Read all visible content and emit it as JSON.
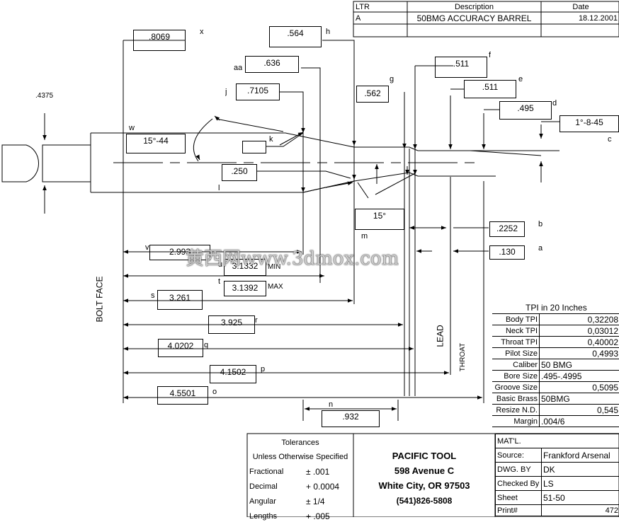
{
  "revision": {
    "headers": {
      "ltr": "LTR",
      "description": "Description",
      "date": "Date"
    },
    "row": {
      "ltr": "A",
      "description": "50BMG ACCURACY BARREL",
      "date": "18.12.2001"
    }
  },
  "dims": {
    "x": {
      "letter": "x",
      "value": ".8069"
    },
    "h": {
      "letter": "h",
      "value": ".564"
    },
    "aa": {
      "letter": "aa",
      "value": ".636"
    },
    "f": {
      "letter": "f",
      "value": ".511"
    },
    "g": {
      "letter": "g",
      "value": ".562"
    },
    "e": {
      "letter": "e",
      "value": ".511"
    },
    "j": {
      "letter": "j",
      "value": ".7105"
    },
    "d": {
      "letter": "d",
      "value": ".495"
    },
    "c": {
      "letter": "c",
      "value": "1°-8-45"
    },
    "w_angle": {
      "letter": "w",
      "value": "15°-44"
    },
    "k": {
      "letter": "k",
      "value": ""
    },
    "l": {
      "letter": "l",
      "value": ".250"
    },
    "m": {
      "letter": "m",
      "value": "15°"
    },
    "b": {
      "letter": "b",
      "value": ".2252"
    },
    "a": {
      "letter": "a",
      "value": ".130"
    },
    "v": {
      "letter": "v",
      "value": "2.993"
    },
    "u": {
      "letter": "u",
      "value": "3.1332",
      "note": "MIN"
    },
    "t": {
      "letter": "t",
      "value": "3.1392",
      "note": "MAX"
    },
    "s": {
      "letter": "s",
      "value": "3.261"
    },
    "r": {
      "letter": "r",
      "value": "3.925"
    },
    "q": {
      "letter": "q",
      "value": "4.0202"
    },
    "p": {
      "letter": "p",
      "value": "4.1502"
    },
    "o": {
      "letter": "o",
      "value": "4.5501"
    },
    "n": {
      "letter": "n",
      "value": ".932"
    },
    "bullet": {
      "value": ".4375"
    }
  },
  "labels": {
    "bolt_face": "BOLT FACE",
    "lead": "LEAD",
    "throat": "THROAT",
    "watermark": "黄西网www.3dmox.com"
  },
  "tpi": {
    "title": "TPI in 20 Inches",
    "rows": [
      {
        "label": "Body TPI",
        "value": "0,32208"
      },
      {
        "label": "Neck TPI",
        "value": "0,03012"
      },
      {
        "label": "Throat TPI",
        "value": "0,40002"
      },
      {
        "label": "Pilot Size",
        "value": "0,4993"
      },
      {
        "label": "Caliber",
        "value": "50 BMG"
      },
      {
        "label": "Bore Size",
        "value": ".495-.4995"
      },
      {
        "label": "Groove Size",
        "value": "0,5095"
      },
      {
        "label": "Basic Brass",
        "value": "50BMG"
      },
      {
        "label": "Resize N.D.",
        "value": "0,545"
      },
      {
        "label": "Margin",
        "value": ".004/6"
      }
    ]
  },
  "tolerances": {
    "title": "Tolerances",
    "subtitle": "Unless Otherwise Specified",
    "rows": [
      {
        "label": "Fractional",
        "value": "± .001"
      },
      {
        "label": "Decimal",
        "value": "+ 0.0004"
      },
      {
        "label": "Angular",
        "value": "± 1/4"
      },
      {
        "label": "Lengths",
        "value": "+ .005"
      }
    ]
  },
  "company": {
    "name": "PACIFIC TOOL",
    "address": "598 Avenue C",
    "city": "White City, OR 97503",
    "phone": "(541)826-5808"
  },
  "titleblock": {
    "mat": {
      "label": "MAT'L.",
      "value": ""
    },
    "source": {
      "label": "Source:",
      "value": "Frankford Arsenal"
    },
    "dwg": {
      "label": "DWG. BY",
      "value": "DK"
    },
    "checked": {
      "label": "Checked By",
      "value": "LS"
    },
    "sheet": {
      "label": "Sheet",
      "value": "51-50"
    },
    "print": {
      "label": "Print#",
      "value": "472"
    }
  }
}
